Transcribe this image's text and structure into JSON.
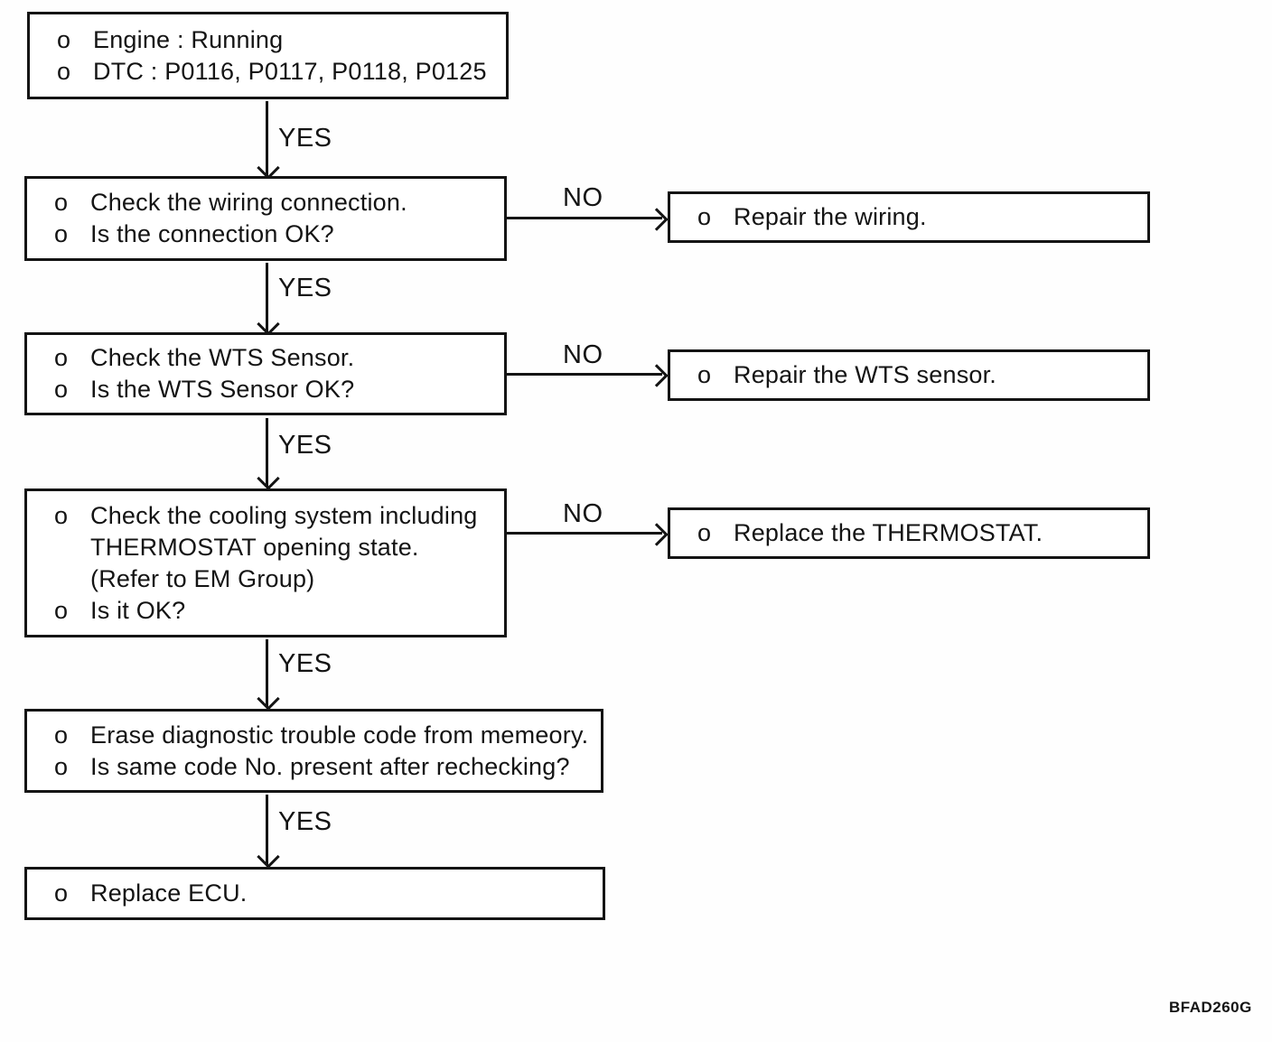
{
  "bullet": "o",
  "labels": {
    "yes": "YES",
    "no": "NO"
  },
  "figure_code": "BFAD260G",
  "boxes": {
    "precondition": {
      "line1": "Engine : Running",
      "line2": "DTC : P0116, P0117, P0118, P0125"
    },
    "check_wiring": {
      "line1": "Check the wiring connection.",
      "line2": "Is the connection OK?"
    },
    "repair_wiring": {
      "line1": "Repair the wiring."
    },
    "check_wts": {
      "line1": "Check the WTS Sensor.",
      "line2": "Is the WTS Sensor OK?"
    },
    "repair_wts": {
      "line1": "Repair the WTS sensor."
    },
    "check_cooling": {
      "line1": "Check the cooling system including",
      "line2": "THERMOSTAT opening state.",
      "line3": "(Refer to EM Group)",
      "line4": "Is it OK?"
    },
    "replace_thermostat": {
      "line1": "Replace the THERMOSTAT."
    },
    "erase_code": {
      "line1": "Erase diagnostic trouble code from memeory.",
      "line2": "Is same code No. present after rechecking?"
    },
    "replace_ecu": {
      "line1": "Replace ECU."
    }
  }
}
